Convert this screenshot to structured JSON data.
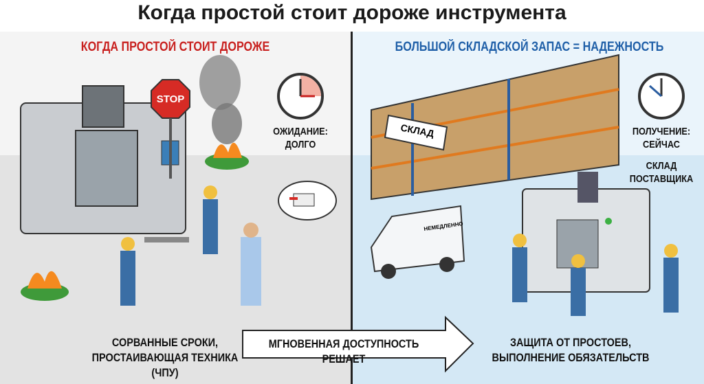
{
  "title": "Когда простой стоит дороже инструмента",
  "left": {
    "heading": "КОГДА ПРОСТОЙ СТОИТ ДОРОЖЕ",
    "stop_sign": "STOP",
    "clock_label_1": "ОЖИДАНИЕ:",
    "clock_label_2": "ДОЛГО",
    "bottom_1": "СОРВАННЫЕ СРОКИ,",
    "bottom_2": "ПРОСТАИВАЮЩАЯ ТЕХНИКА (ЧПУ)"
  },
  "right": {
    "heading": "БОЛЬШОЙ СКЛАДСКОЙ ЗАПАС = НАДЕЖНОСТЬ",
    "warehouse_sign": "СКЛАД",
    "van_label": "НЕМЕДЛЕННО",
    "clock_label_1": "ПОЛУЧЕНИЕ:",
    "clock_label_2": "СЕЙЧАС",
    "supplier_1": "СКЛАД",
    "supplier_2": "ПОСТАВЩИКА",
    "bottom_1": "ЗАЩИТА ОТ ПРОСТОЕВ,",
    "bottom_2": "ВЫПОЛНЕНИЕ ОБЯЗАТЕЛЬСТВ"
  },
  "arrow_label": "МГНОВЕННАЯ ДОСТУПНОСТЬ РЕШАЕТ",
  "colors": {
    "left_heading": "#c8201e",
    "right_heading": "#1f5fa8",
    "left_bg": "#e3e3e3",
    "right_bg": "#d4e8f5"
  }
}
